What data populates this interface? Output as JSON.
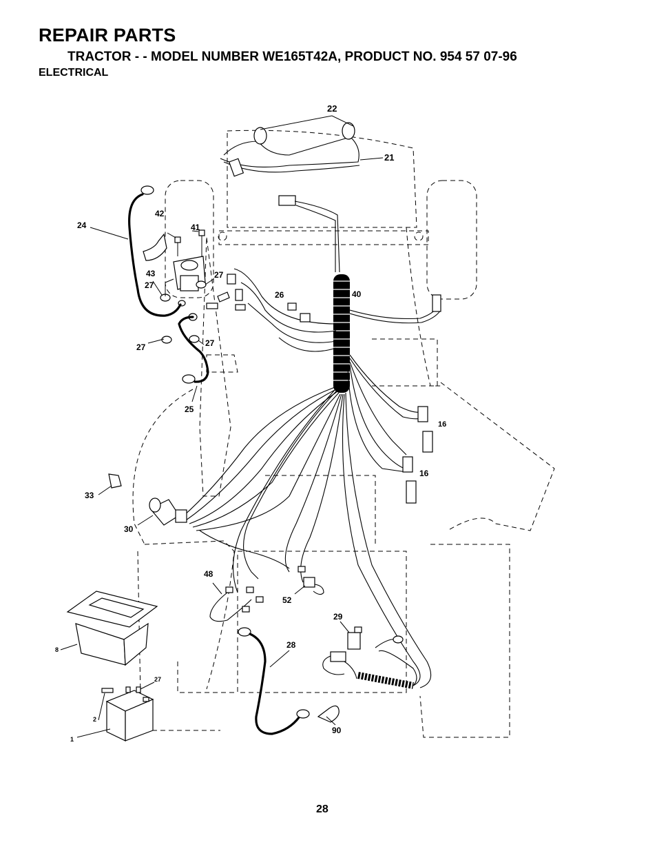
{
  "header": {
    "title": "REPAIR PARTS",
    "subtitle": "TRACTOR - - MODEL NUMBER WE165T42A, PRODUCT NO. 954 57 07-96",
    "section": "ELECTRICAL"
  },
  "diagram": {
    "callouts": [
      "22",
      "21",
      "42",
      "41",
      "24",
      "43",
      "27",
      "27",
      "26",
      "40",
      "27",
      "27",
      "25",
      "16",
      "16",
      "33",
      "30",
      "48",
      "52",
      "29",
      "28",
      "8",
      "27",
      "2",
      "1",
      "90"
    ]
  },
  "footer": {
    "page_number": "28"
  }
}
